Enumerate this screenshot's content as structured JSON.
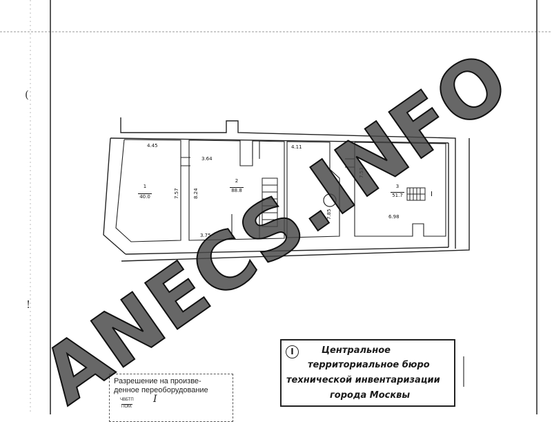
{
  "floor_plan": {
    "rooms": [
      {
        "number": "1",
        "area": "40.0"
      },
      {
        "number": "2",
        "area": "88.8"
      },
      {
        "number": "3",
        "area": "51.7"
      }
    ],
    "dimensions": {
      "d_445": "4.45",
      "d_757": "7.57",
      "d_364": "3.64",
      "d_824": "8.24",
      "d_375": "3.75",
      "d_411": "4.11",
      "d_785": "7.85",
      "d_753": "7.53",
      "d_698": "6.98"
    },
    "stair_mark": "I"
  },
  "margin_marks": {
    "top": "(",
    "mid": "!"
  },
  "bti_stamp": {
    "number": "I",
    "lines": [
      "Центральное",
      "территориальное бюро",
      "технической инвентаризации",
      "города Москвы"
    ]
  },
  "permit_stamp": {
    "line1": "Разрешение на произве-",
    "line2": "денное переоборудование",
    "small_top": "ЧВБТП",
    "small_bottom": "ПОМ.",
    "handwritten": "I"
  },
  "watermark": {
    "text": "ANECS.INFO"
  }
}
